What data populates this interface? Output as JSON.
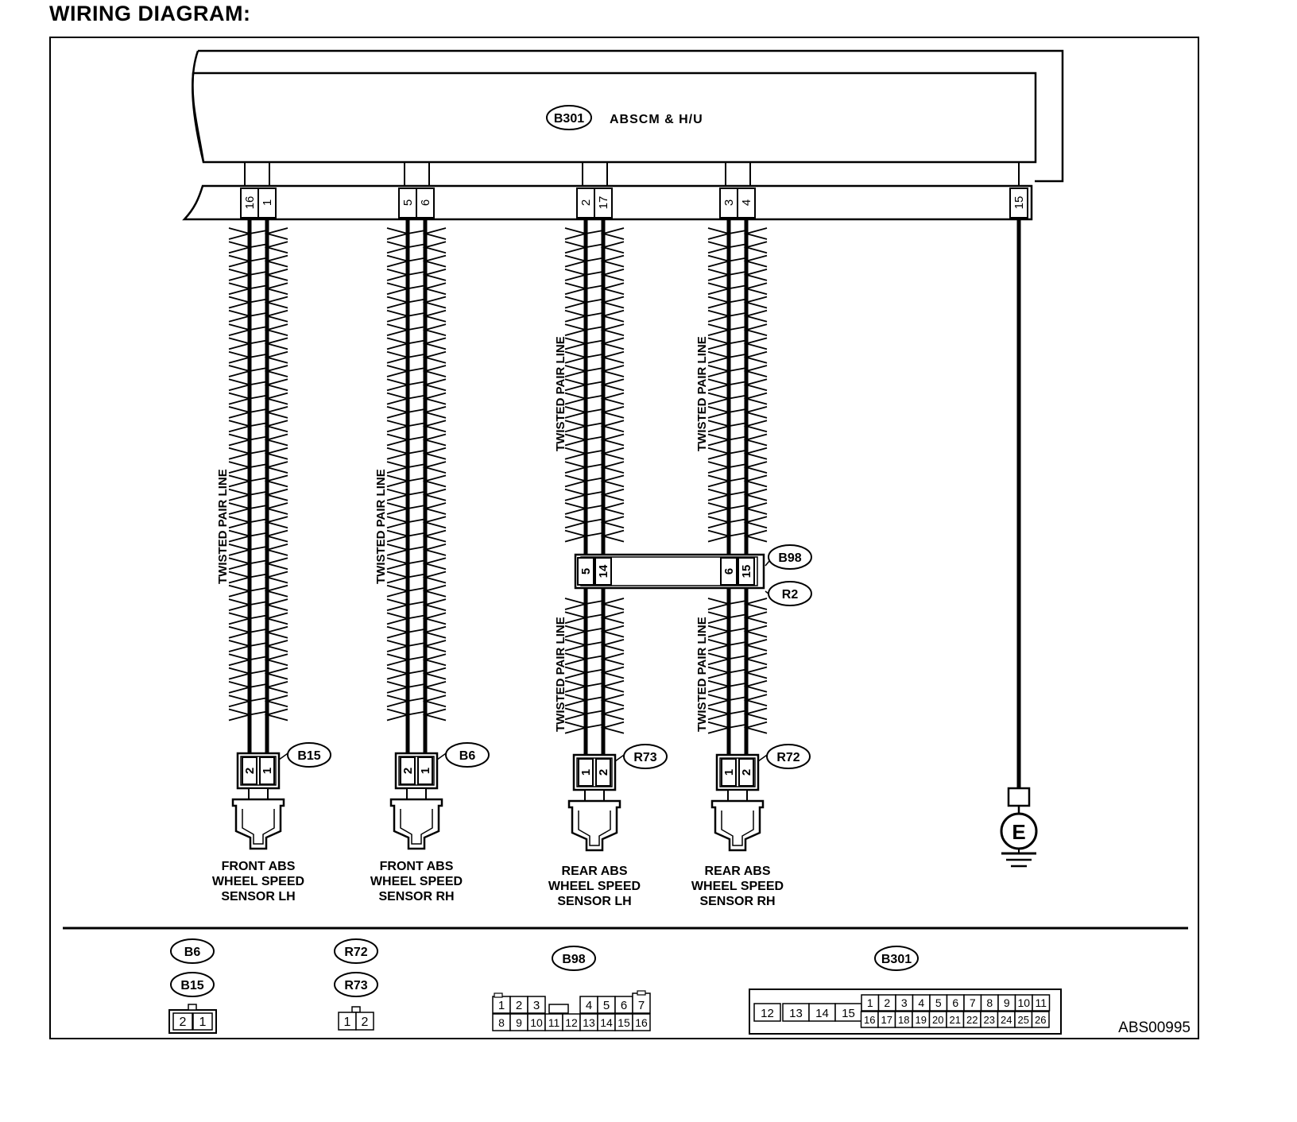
{
  "title": "WIRING DIAGRAM:",
  "figure_code": "ABS00995",
  "module": {
    "connector": "B301",
    "name": "ABSCM & H/U",
    "pins": [
      "16",
      "1",
      "5",
      "6",
      "2",
      "17",
      "3",
      "4",
      "15"
    ]
  },
  "twisted_pair_label": "TWISTED PAIR LINE",
  "intermediate_connector": {
    "upper": "B98",
    "lower": "R2",
    "pins": [
      "5",
      "14",
      "6",
      "15"
    ]
  },
  "sensors": [
    {
      "connector": "B15",
      "pins": [
        "2",
        "1"
      ],
      "label": [
        "FRONT ABS",
        "WHEEL SPEED",
        "SENSOR LH"
      ]
    },
    {
      "connector": "B6",
      "pins": [
        "2",
        "1"
      ],
      "label": [
        "FRONT ABS",
        "WHEEL SPEED",
        "SENSOR RH"
      ]
    },
    {
      "connector": "R73",
      "pins": [
        "1",
        "2"
      ],
      "label": [
        "REAR ABS",
        "WHEEL SPEED",
        "SENSOR LH"
      ]
    },
    {
      "connector": "R72",
      "pins": [
        "1",
        "2"
      ],
      "label": [
        "REAR ABS",
        "WHEEL SPEED",
        "SENSOR RH"
      ]
    }
  ],
  "ground": {
    "label": "E"
  },
  "connector_views": {
    "b6_b15": {
      "names": [
        "B6",
        "B15"
      ],
      "pins": [
        "2",
        "1"
      ]
    },
    "r72_r73": {
      "names": [
        "R72",
        "R73"
      ],
      "pins": [
        "1",
        "2"
      ]
    },
    "b98": {
      "name": "B98",
      "row1": [
        "1",
        "2",
        "3",
        "4",
        "5",
        "6",
        "7"
      ],
      "row2": [
        "8",
        "9",
        "10",
        "11",
        "12",
        "13",
        "14",
        "15",
        "16"
      ]
    },
    "b301": {
      "name": "B301",
      "left": [
        "12",
        "13",
        "14",
        "15"
      ],
      "row1": [
        "1",
        "2",
        "3",
        "4",
        "5",
        "6",
        "7",
        "8",
        "9",
        "10",
        "11"
      ],
      "row2": [
        "16",
        "17",
        "18",
        "19",
        "20",
        "21",
        "22",
        "23",
        "24",
        "25",
        "26"
      ]
    }
  }
}
